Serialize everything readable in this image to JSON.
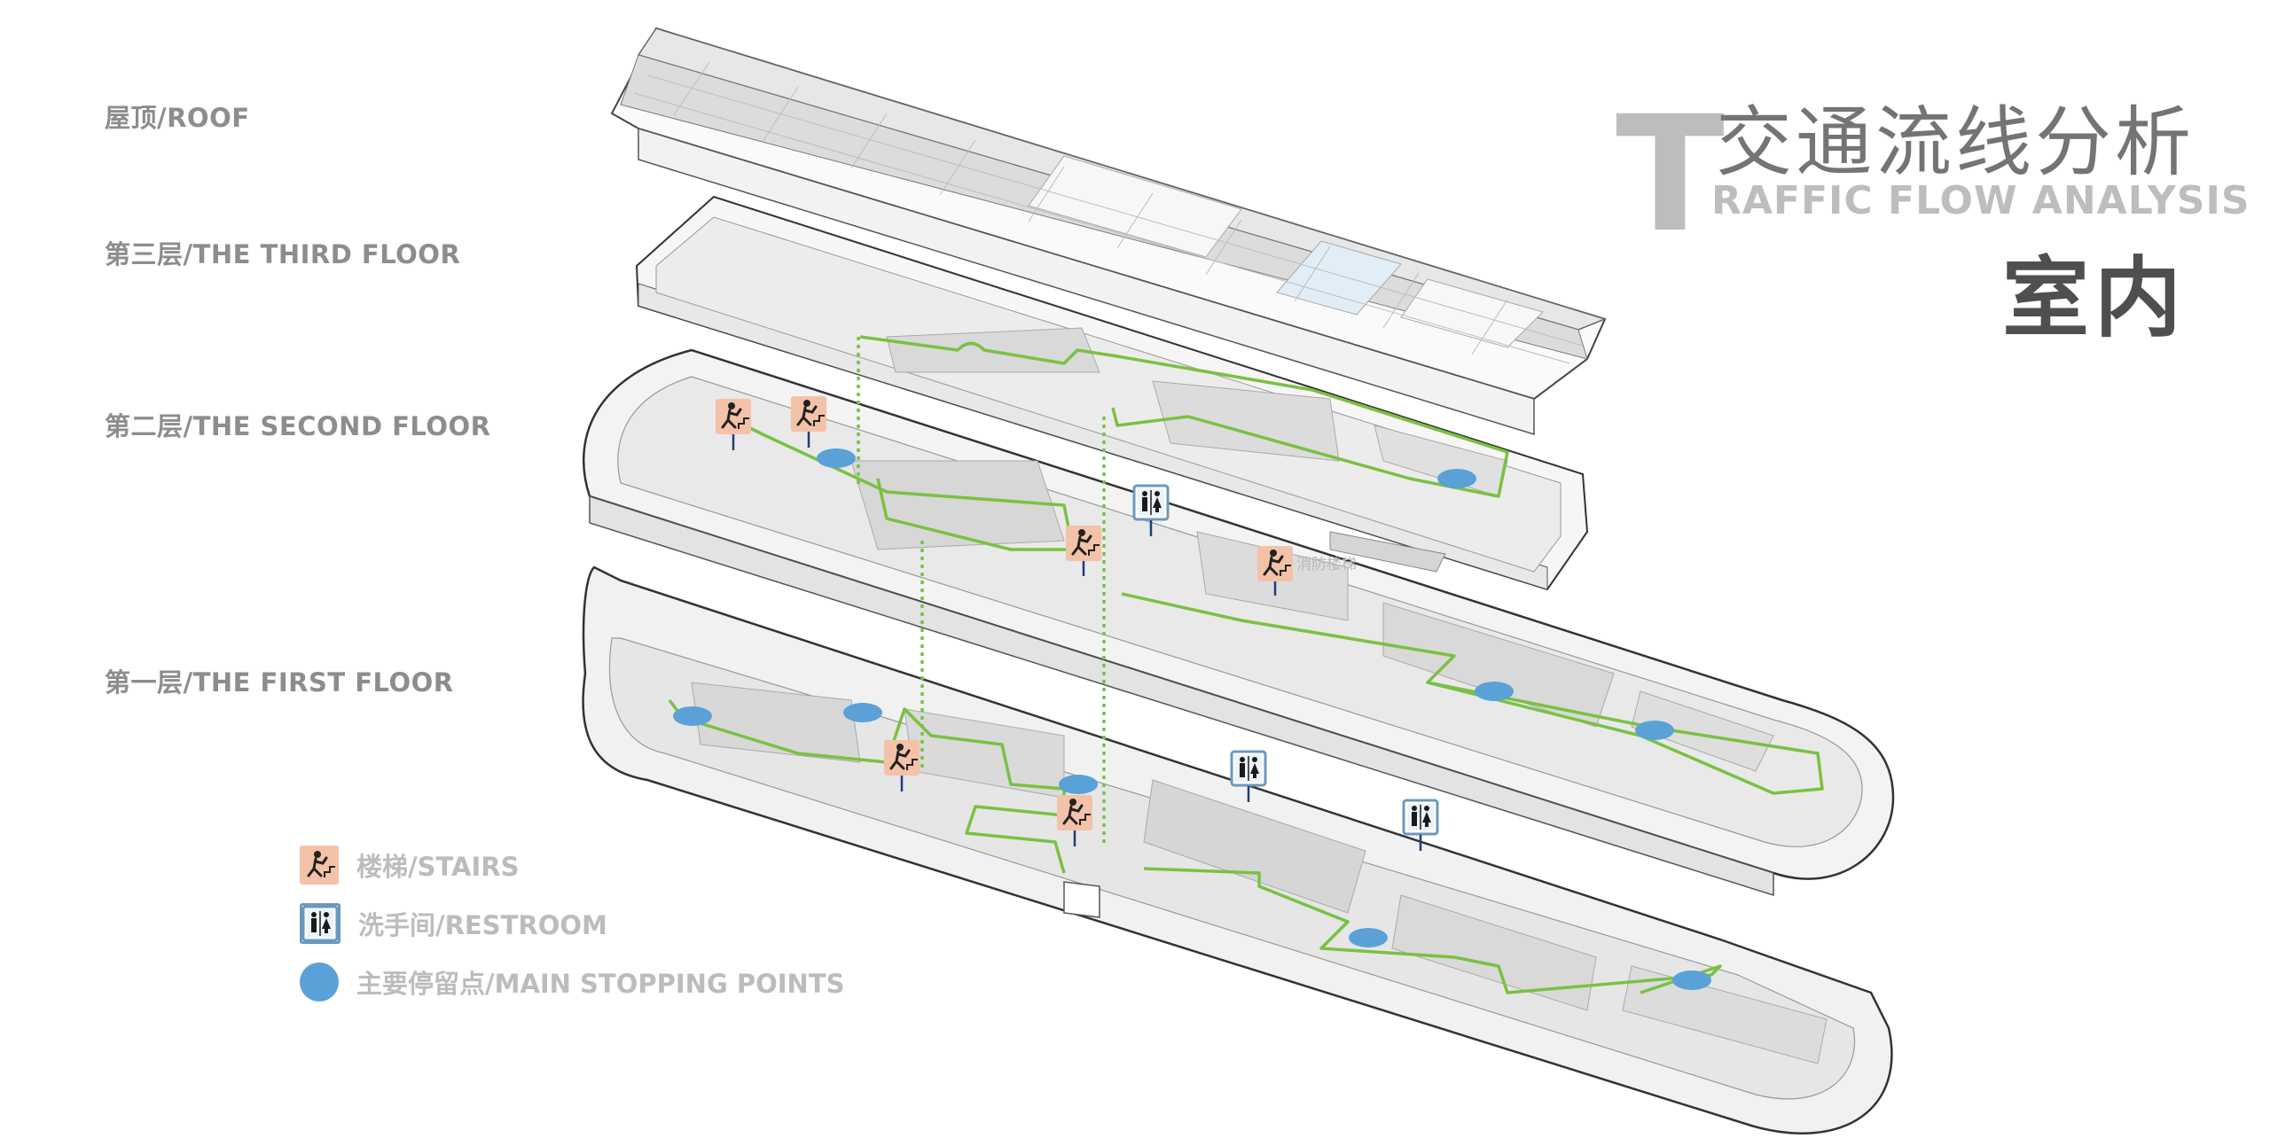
{
  "floors": {
    "roof": "屋顶/ROOF",
    "third": "第三层/THE THIRD FLOOR",
    "second": "第二层/THE SECOND FLOOR",
    "first": "第一层/THE FIRST FLOOR"
  },
  "title": {
    "initial": "T",
    "cn": "交通流线分析",
    "en": "RAFFIC FLOW ANALYSIS",
    "sub": "室内"
  },
  "legend": {
    "stairs": "楼梯/STAIRS",
    "restroom": "洗手间/RESTROOM",
    "stops": "主要停留点/MAIN STOPPING POINTS"
  },
  "markers": {
    "fire_stairs": "消防楼梯"
  },
  "icons": {
    "stairs": "stairs-icon",
    "restroom": "restroom-icon",
    "stop": "stop-point-dot"
  },
  "colors": {
    "route": "#7ac143",
    "stairs": "#f3c2a8",
    "restroom_border": "#6a98bd",
    "stop": "#5aa1d8",
    "stair_arrow": "#1f3e7a"
  }
}
